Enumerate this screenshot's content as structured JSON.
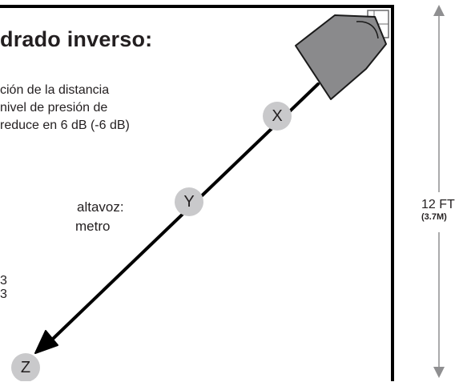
{
  "title": "drado inverso:",
  "description": {
    "lines": [
      "ción de la distancia",
      "nivel de presión de",
      "reduce en 6 dB (-6 dB)"
    ]
  },
  "speaker_note": {
    "lines": [
      "altavoz:",
      "metro"
    ]
  },
  "levels": {
    "lines": [
      "3",
      "3"
    ]
  },
  "dimension": {
    "value": "12 FT",
    "metric": "(3.7M)"
  },
  "points": {
    "x": "X",
    "y": "Y",
    "z": "Z"
  },
  "colors": {
    "ink": "#231f20",
    "wall": "#000000",
    "speaker_fill": "#8a8a8c",
    "marker_fill": "#c9c9cb",
    "dimension_line": "#8f8f91"
  }
}
